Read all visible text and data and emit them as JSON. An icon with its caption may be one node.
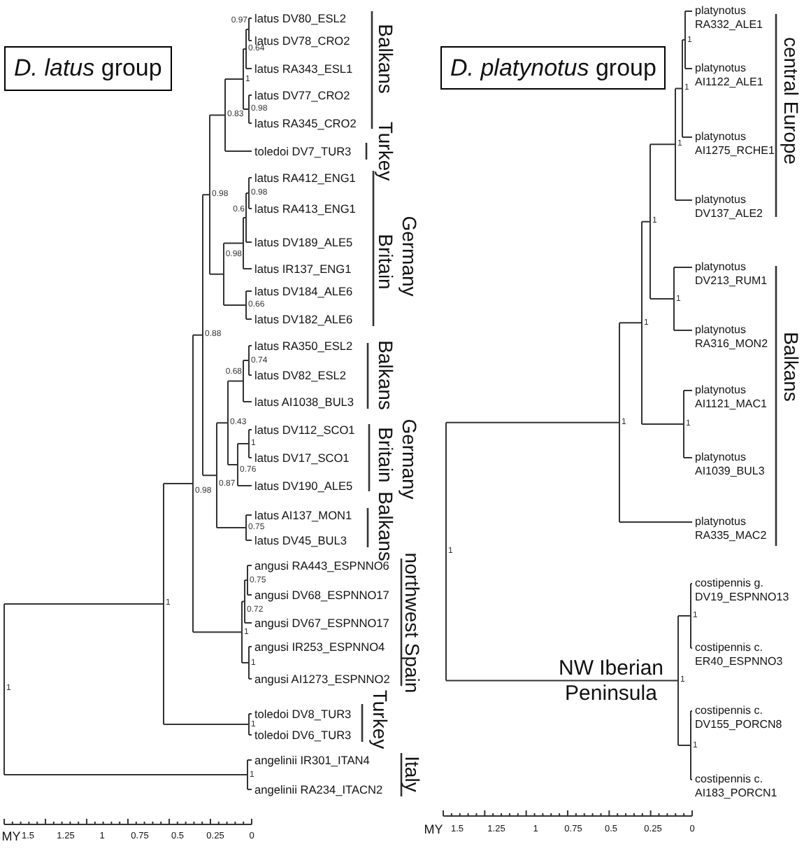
{
  "diagram": {
    "nodes": [
      {
        "text": [
          "*D. latus* group"
        ]
      },
      {
        "text": [
          "*D. platynotus* group"
        ]
      }
    ],
    "labels": [
      "latus DV80_ESL2",
      "latus DV78_CRO2",
      "latus RA343_ESL1",
      "latus DV77_CRO2",
      "latus RA345_CRO2",
      "toledoi DV7_TUR3",
      "latus RA412_ENG1",
      "latus RA413_ENG1",
      "latus DV189_ALE5",
      "latus IR137_ENG1",
      "latus DV184_ALE6",
      "latus DV182_ALE6",
      "latus RA350_ESL2",
      "latus DV82_ESL2",
      "latus AI1038_BUL3",
      "latus DV112_SCO1",
      "latus DV17_SCO1",
      "latus DV190_ALE5",
      "latus AI137_MON1",
      "latus DV45_BUL3",
      "angusi RA443_ESPNNO6",
      "angusi DV68_ESPNNO17",
      "angusi DV67_ESPNNO17",
      "angusi IR253_ESPNNO4",
      "angusi AI1273_ESPNNO2",
      "toledoi DV8_TUR3",
      "toledoi DV6_TUR3",
      "angelinii IR301_ITAN4",
      "angelinii RA234_ITACN2",
      "0.97",
      "0.64",
      "1",
      "0.98",
      "0.83",
      "0.98",
      "0.98",
      "0.6",
      "0.98",
      "0.66",
      "0.88",
      "0.74",
      "0.68",
      "0.43",
      "1",
      "0.76",
      "0.98",
      "0.87",
      "0.75",
      "0.75",
      "1",
      "0.72",
      "1",
      "1",
      "1",
      "1",
      "1",
      "Balkans",
      "Turkey",
      "Germany",
      "Britain",
      "Balkans",
      "Germany",
      "Britain",
      "Balkans",
      "northwest Spain",
      "Turkey",
      "Italy",
      "MY",
      "1.5",
      "1.25",
      "1",
      "0.75",
      "0.5",
      "0.25",
      "0",
      "platynotus RA332_ALE1",
      "platynotus AI1122_ALE1",
      "platynotus AI1275_RCHE1",
      "platynotus DV137_ALE2",
      "platynotus DV213_RUM1",
      "platynotus RA316_MON2",
      "platynotus AI1121_MAC1",
      "platynotus AI1039_BUL3",
      "platynotus RA335_MAC2",
      "costipennis g. DV19_ESPNNO13",
      "costipennis c. ER40_ESPNNO3",
      "costipennis c. DV155_PORCN8",
      "costipennis c. AI183_PORCN1",
      "1",
      "1",
      "1",
      "1",
      "1",
      "1",
      "1",
      "1",
      "1",
      "1",
      "1",
      "1",
      "central Europe",
      "Balkans",
      "NW Iberian Peninsula",
      "MY",
      "1.5",
      "1.25",
      "1",
      "0.75",
      "0.5",
      "0.25",
      "0"
    ]
  }
}
